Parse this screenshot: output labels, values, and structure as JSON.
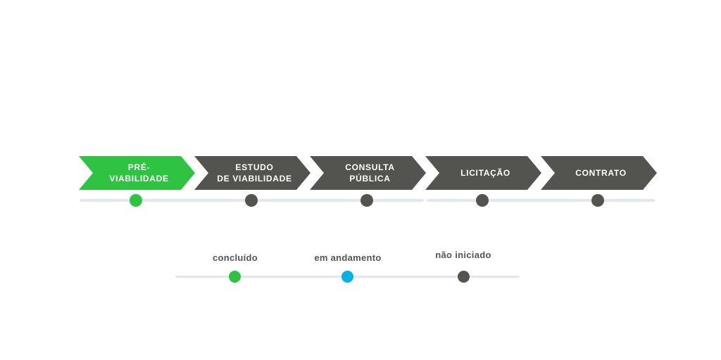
{
  "colors": {
    "background": "#FFFFFF",
    "completed_green": "#2EC442",
    "in_progress_blue": "#00B2E3",
    "not_started_gray": "#535350",
    "track": "#E2E6F2",
    "arrow_text": "#FFFFFF",
    "legend_text": "#545454"
  },
  "timeline": {
    "steps": [
      {
        "label": "PRÉ-\nVIABILIDADE",
        "status": "concluído",
        "fill": "#2EC442",
        "dot_color": "#2EC442"
      },
      {
        "label": "ESTUDO\nDE VIABILIDADE",
        "status": "não iniciado",
        "fill": "#535350",
        "dot_color": "#535350"
      },
      {
        "label": "CONSULTA\nPÚBLICA",
        "status": "não iniciado",
        "fill": "#535350",
        "dot_color": "#535350"
      },
      {
        "label": "LICITAÇÃO",
        "status": "não iniciado",
        "fill": "#535350",
        "dot_color": "#535350"
      },
      {
        "label": "CONTRATO",
        "status": "não iniciado",
        "fill": "#535350",
        "dot_color": "#535350"
      }
    ]
  },
  "legend": {
    "items": [
      {
        "label": "concluído",
        "color": "#2EC442"
      },
      {
        "label": "em andamento",
        "color": "#00B2E3"
      },
      {
        "label": "não iniciado",
        "color": "#535350"
      }
    ]
  }
}
